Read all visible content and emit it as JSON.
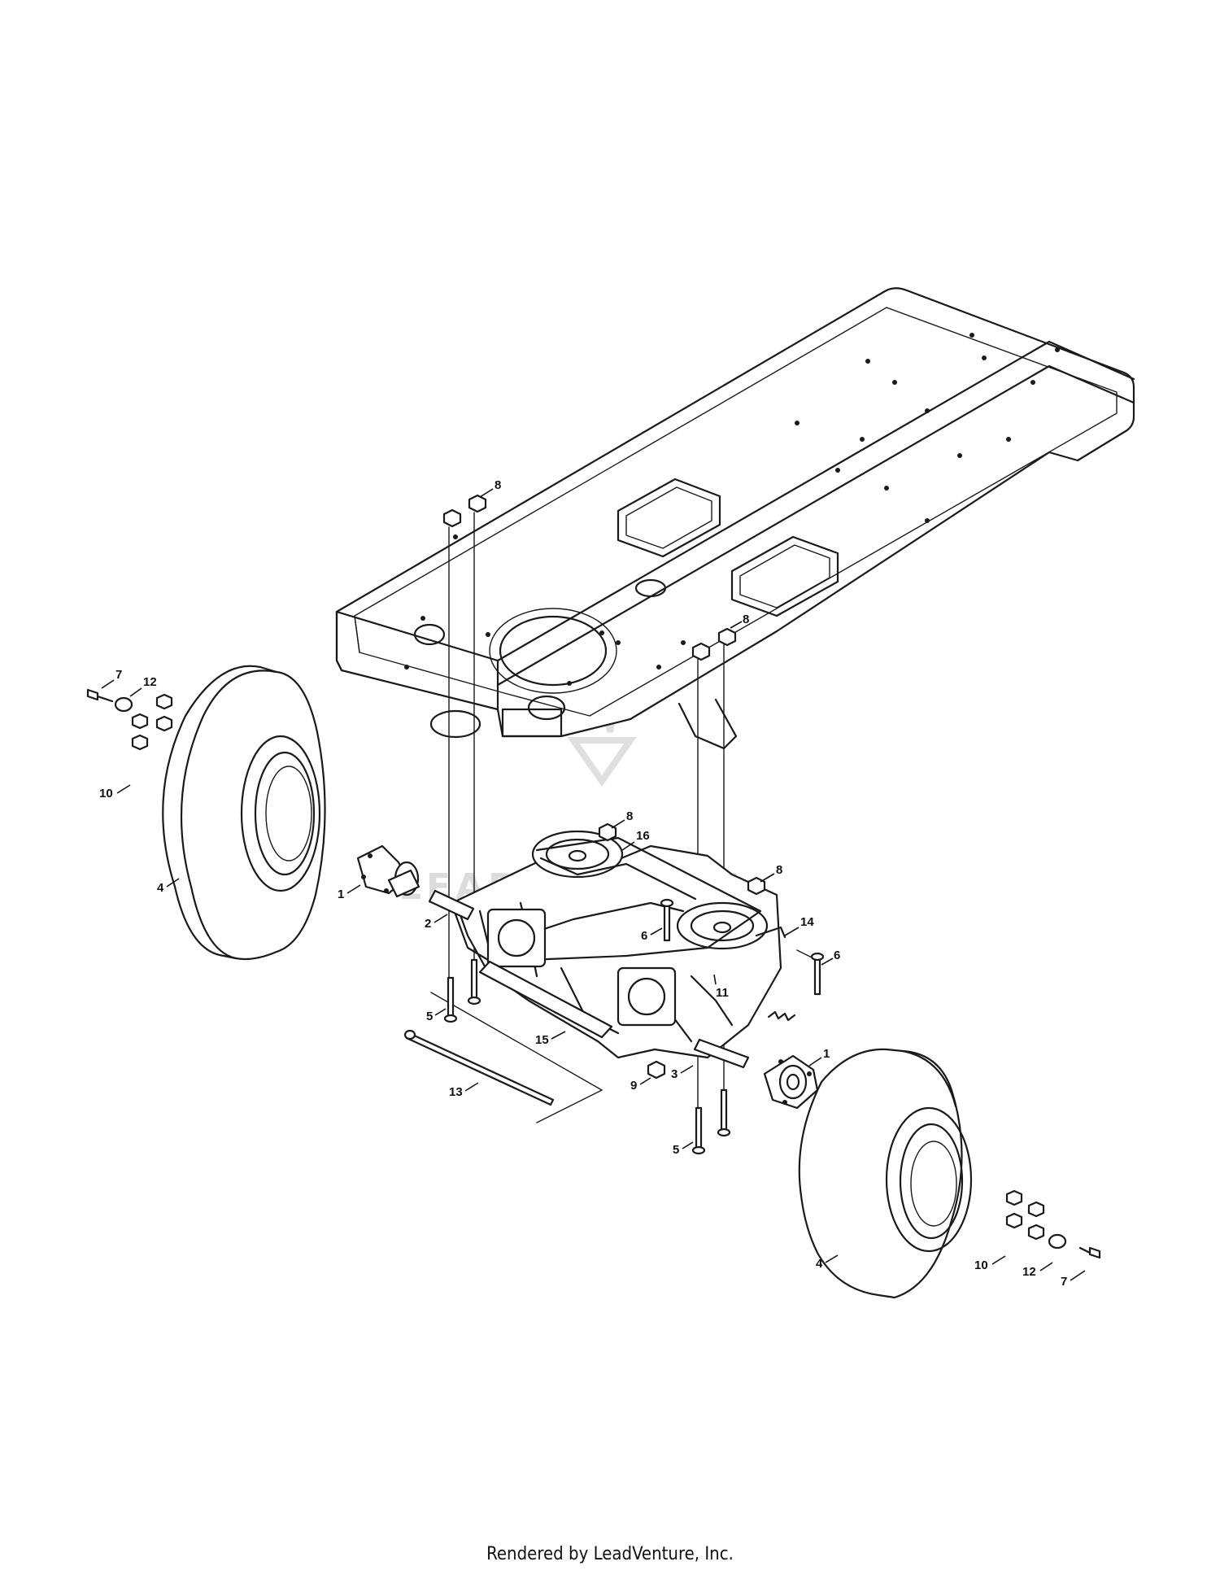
{
  "diagram": {
    "callouts": [
      {
        "id": "c8a",
        "label": "8"
      },
      {
        "id": "c8b",
        "label": "8"
      },
      {
        "id": "c8c",
        "label": "8"
      },
      {
        "id": "c8d",
        "label": "8"
      },
      {
        "id": "c7a",
        "label": "7"
      },
      {
        "id": "c12a",
        "label": "12"
      },
      {
        "id": "c10a",
        "label": "10"
      },
      {
        "id": "c4a",
        "label": "4"
      },
      {
        "id": "c1a",
        "label": "1"
      },
      {
        "id": "c2",
        "label": "2"
      },
      {
        "id": "c16",
        "label": "16"
      },
      {
        "id": "c6a",
        "label": "6"
      },
      {
        "id": "c14",
        "label": "14"
      },
      {
        "id": "c6b",
        "label": "6"
      },
      {
        "id": "c11",
        "label": "11"
      },
      {
        "id": "c5a",
        "label": "5"
      },
      {
        "id": "c15",
        "label": "15"
      },
      {
        "id": "c13",
        "label": "13"
      },
      {
        "id": "c9",
        "label": "9"
      },
      {
        "id": "c3",
        "label": "3"
      },
      {
        "id": "c1b",
        "label": "1"
      },
      {
        "id": "c5b",
        "label": "5"
      },
      {
        "id": "c4b",
        "label": "4"
      },
      {
        "id": "c10b",
        "label": "10"
      },
      {
        "id": "c12b",
        "label": "12"
      },
      {
        "id": "c7b",
        "label": "7"
      }
    ]
  },
  "watermark": "LEADVENTURE",
  "footer": "Rendered by LeadVenture, Inc."
}
